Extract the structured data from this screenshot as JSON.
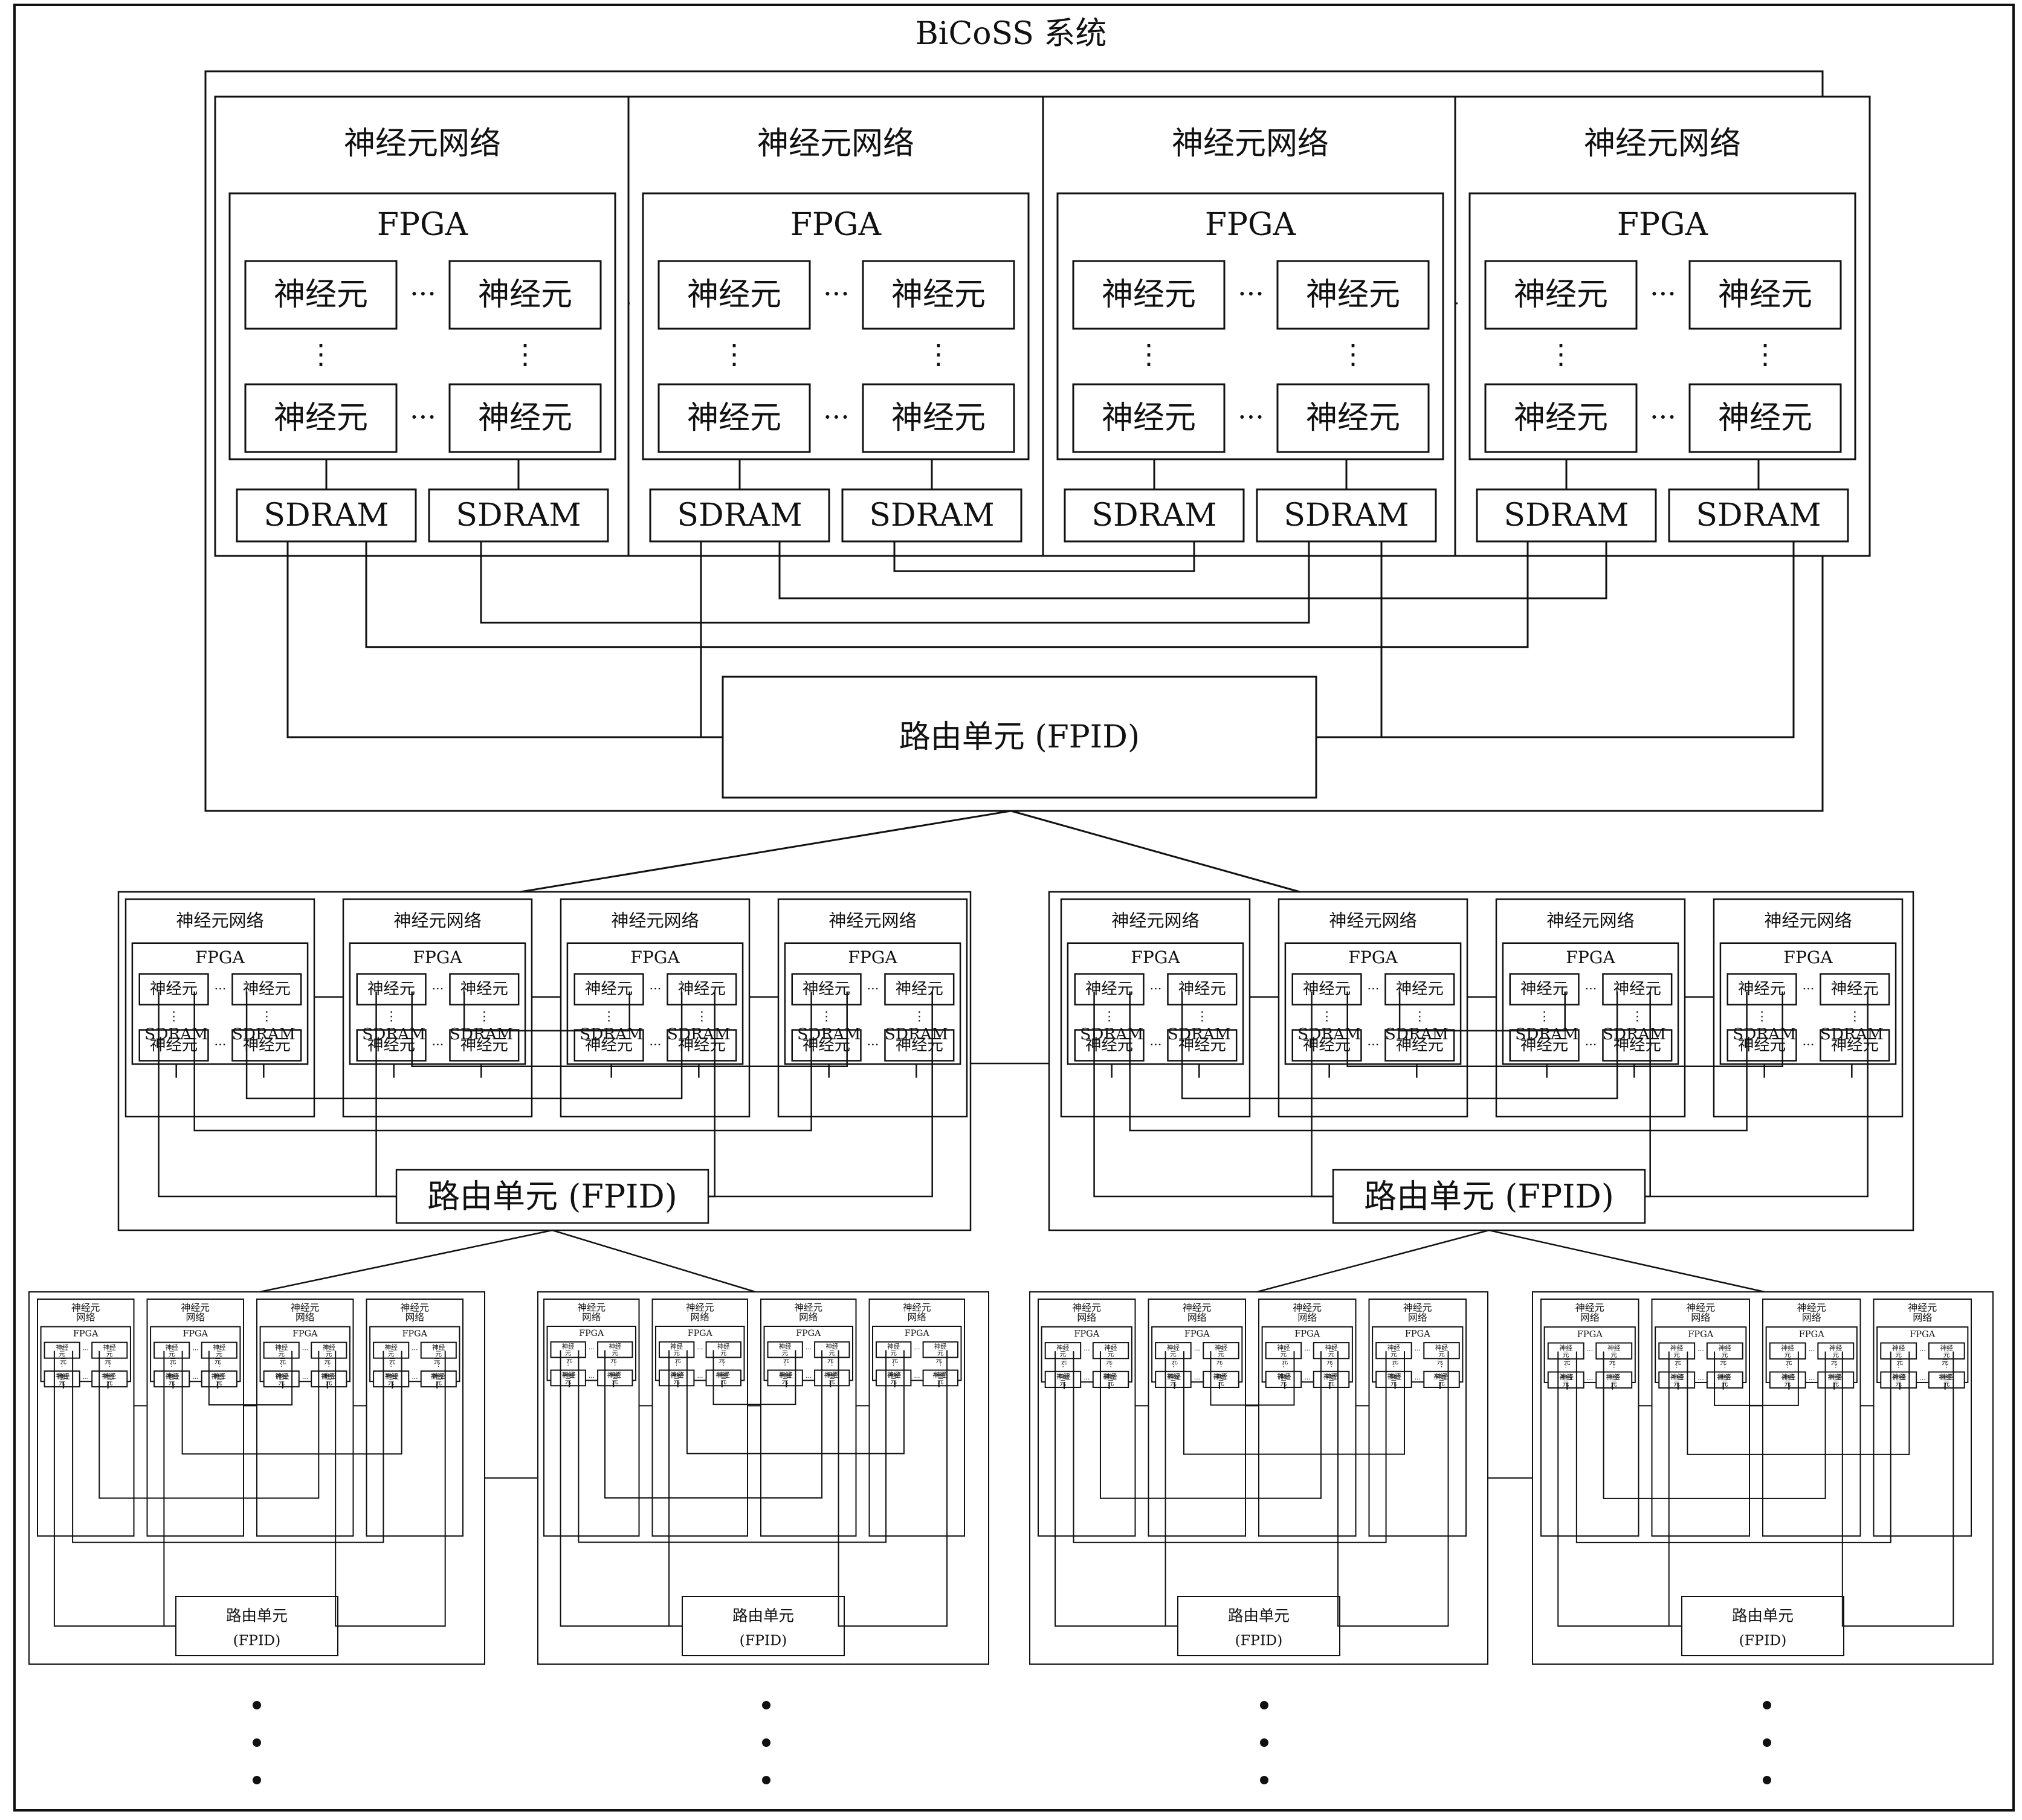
{
  "system_title": "BiCoSS 系统",
  "labels": {
    "network": "神经元网络",
    "network_line1": "神经元",
    "network_line2": "网络",
    "fpga": "FPGA",
    "neuron": "神经元",
    "neuron_line1": "神经",
    "neuron_line2": "元",
    "sdram": "SDRAM",
    "router": "路由单元 (FPID)",
    "router_line1": "路由单元",
    "router_line2": "(FPID)",
    "ellipsis_h": "···",
    "ellipsis_v": "⋮"
  },
  "colors": {
    "stroke": "#111111",
    "background": "#ffffff"
  }
}
